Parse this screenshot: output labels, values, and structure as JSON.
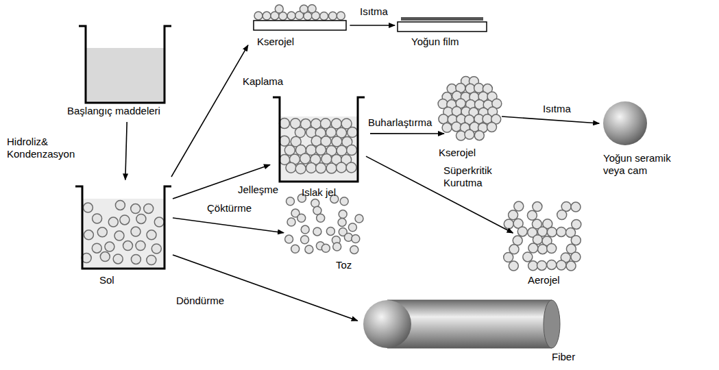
{
  "diagram": {
    "nodes": [
      {
        "text": [
          "Başlangıç maddeleri"
        ]
      },
      {
        "text": [
          "Sol"
        ]
      },
      {
        "text": [
          "Kserojel"
        ]
      },
      {
        "text": [
          "Yoğun film"
        ]
      },
      {
        "text": [
          "Islak jel"
        ]
      },
      {
        "text": [
          "Kserojel"
        ]
      },
      {
        "text": [
          "Yoğun seramik veya cam"
        ]
      },
      {
        "text": [
          "Toz"
        ]
      },
      {
        "text": [
          "Aerojel"
        ]
      },
      {
        "text": [
          "Fiber"
        ]
      }
    ],
    "edges": [
      {
        "from": 0,
        "to": 1,
        "label": "Hidroliz& Kondenzasyon",
        "arrow": "to"
      },
      {
        "from": 1,
        "to": 2,
        "label": "Kaplama",
        "arrow": "to"
      },
      {
        "from": 2,
        "to": 3,
        "label": "Isıtma",
        "arrow": "to"
      },
      {
        "from": 1,
        "to": 4,
        "label": "Jelleşme",
        "arrow": "to"
      },
      {
        "from": 4,
        "to": 5,
        "label": "Buharlaştırma",
        "arrow": "to"
      },
      {
        "from": 5,
        "to": 6,
        "label": "Isıtma",
        "arrow": "to"
      },
      {
        "from": 4,
        "to": 8,
        "label": "Süperkritik Kurutma",
        "arrow": "to"
      },
      {
        "from": 1,
        "to": 7,
        "label": "Çöktürme",
        "arrow": "to"
      },
      {
        "from": 1,
        "to": 9,
        "label": "Döndürme",
        "arrow": "to"
      }
    ]
  }
}
